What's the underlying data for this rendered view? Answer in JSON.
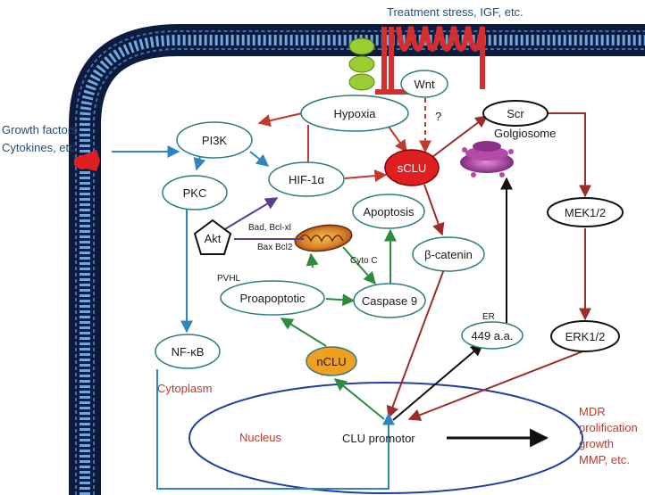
{
  "colors": {
    "membrane_dark": "#0d1b3e",
    "membrane_light": "#6fa8dc",
    "node_stroke": "#2e7d7d",
    "sclu_fill": "#e02020",
    "nclu_fill": "#f0a020",
    "arrow_red": "#c0392b",
    "arrow_blue": "#2e86c1",
    "arrow_green": "#2e8b3e",
    "arrow_black": "#111111",
    "arrow_purple": "#5b3f8c",
    "arrow_darkred": "#9b2d2d",
    "nucleus_stroke": "#1f3fa0",
    "text_blue": "#1f4e79",
    "text_red": "#c0392b"
  },
  "labels": {
    "treatment": "Treatment stress, IGF, etc.",
    "growth_factors_1": "Growth factors,",
    "growth_factors_2": "Cytokines, etc.",
    "wnt": "Wnt",
    "question": "?",
    "hypoxia": "Hypoxia",
    "scr": "Scr",
    "golgiosome": "Golgiosome",
    "pi3k": "PI3K",
    "sclu": "sCLU",
    "hif": "HIF-1α",
    "pkc": "PKC",
    "akt": "Akt",
    "bad_bcl": "Bad, Bcl-xl",
    "bax_bcl": "Bax Bcl2",
    "apoptosis": "Apoptosis",
    "cyto_c": "Cyto C",
    "beta_catenin": "β-catenin",
    "mek": "MEK1/2",
    "pvhl": "PVHL",
    "proapoptotic": "Proapoptotic",
    "caspase9": "Caspase 9",
    "er": "ER",
    "aa449": "449 a.a.",
    "erk": "ERK1/2",
    "nfkb": "NF-κB",
    "nclu": "nCLU",
    "cytoplasm": "Cytoplasm",
    "nucleus": "Nucleus",
    "clu_promotor": "CLU promotor",
    "mdr": "MDR",
    "prolification": "prolification",
    "growth": "growth",
    "mmp": "MMP, etc."
  }
}
